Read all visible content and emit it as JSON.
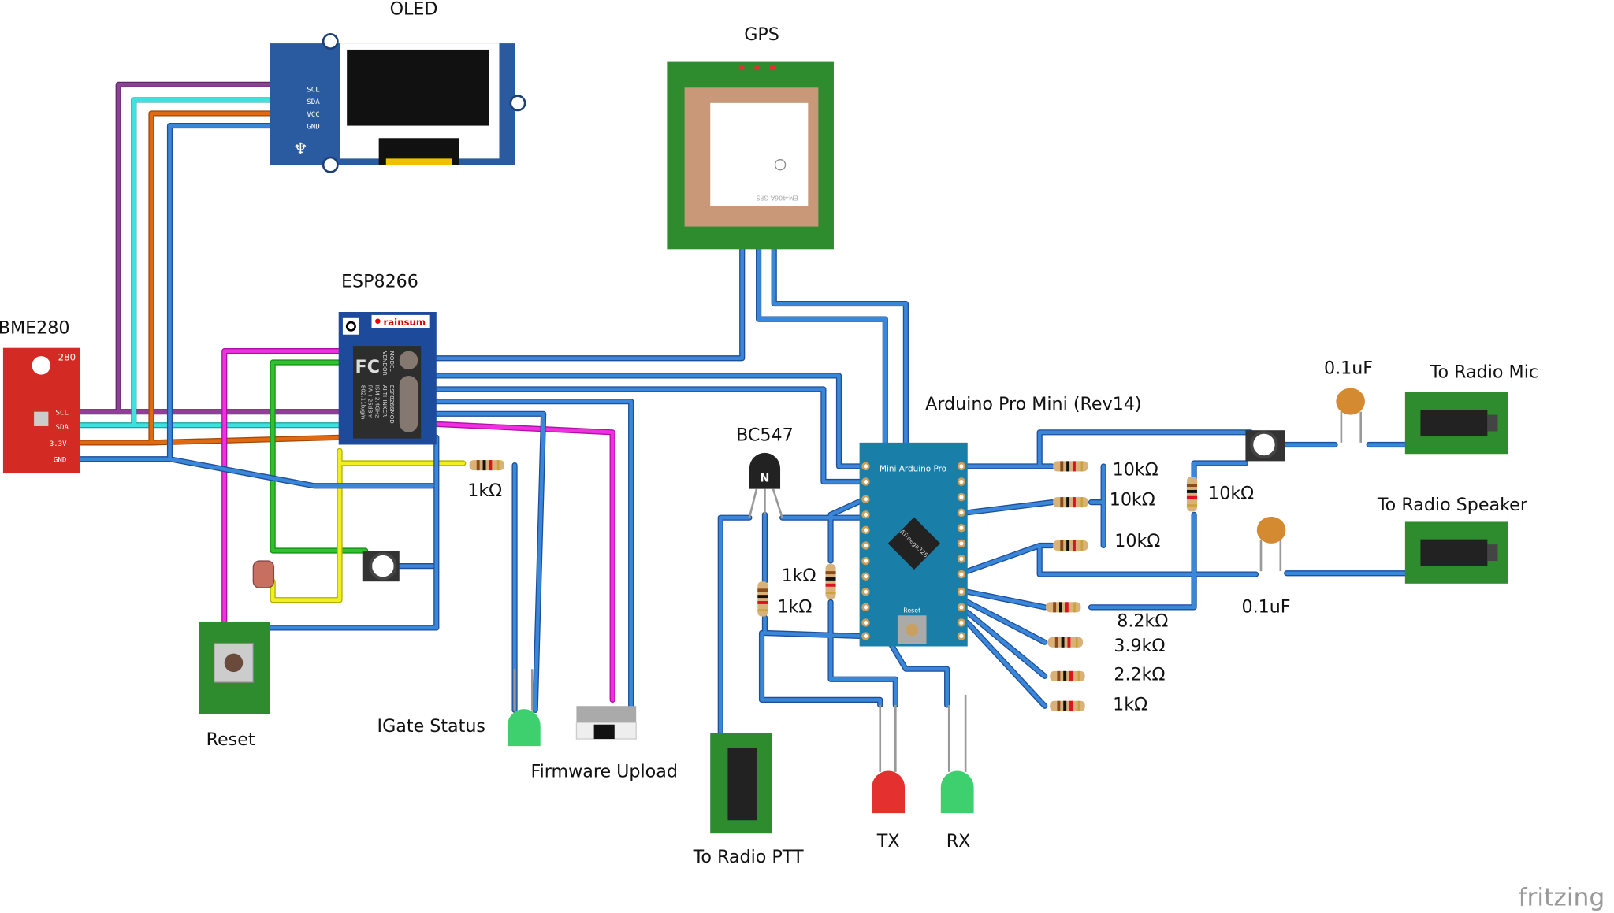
{
  "components": {
    "oled": {
      "label": "OLED",
      "pins": [
        "SCL",
        "SDA",
        "VCC",
        "GND"
      ]
    },
    "gps": {
      "label": "GPS",
      "marking": "EM-406A GPS"
    },
    "esp8266": {
      "label": "ESP8266",
      "brand": "rainsum",
      "module_text": [
        "MODEL",
        "VENDOR",
        "ESP8266MOD",
        "AI-THINKER",
        "ISM 2.4GHz",
        "PA +25dBm",
        "802.11b/g/n"
      ]
    },
    "bme280": {
      "label": "BME280",
      "marking": "280",
      "pins": [
        "SCL",
        "SDA",
        "3.3V",
        "GND"
      ]
    },
    "arduino": {
      "label": "Arduino Pro Mini (Rev14)",
      "board_text": "Mini Arduino Pro",
      "chip": "ATmega328",
      "reset": "Reset"
    },
    "transistor": {
      "label": "BC547",
      "mark": "N"
    },
    "reset_button": {
      "label": "Reset"
    },
    "igate_led": {
      "label": "IGate Status",
      "color": "#3ecf6e"
    },
    "firmware_switch": {
      "label": "Firmware Upload"
    },
    "ptt_jack": {
      "label": "To Radio PTT"
    },
    "tx_led": {
      "label": "TX",
      "color": "#e53030"
    },
    "rx_led": {
      "label": "RX",
      "color": "#3ecf6e"
    },
    "mic_jack": {
      "label": "To Radio Mic"
    },
    "speaker_jack": {
      "label": "To Radio Speaker"
    },
    "cap_mic": {
      "label": "0.1uF"
    },
    "cap_speaker": {
      "label": "0.1uF"
    }
  },
  "resistors": [
    {
      "label": "1kΩ"
    },
    {
      "label": "10kΩ"
    },
    {
      "label": "10kΩ"
    },
    {
      "label": "10kΩ"
    },
    {
      "label": "10kΩ"
    },
    {
      "label": "8.2kΩ"
    },
    {
      "label": "3.9kΩ"
    },
    {
      "label": "2.2kΩ"
    },
    {
      "label": "1kΩ"
    },
    {
      "label": "1kΩ"
    },
    {
      "label": "1kΩ"
    }
  ],
  "watermark": "fritzing",
  "colors": {
    "wire_blue": "#3a86d8",
    "wire_purple": "#8e3f96",
    "wire_cyan": "#3ee0e0",
    "wire_orange": "#e06a12",
    "wire_magenta": "#f030e0",
    "wire_green": "#30c030",
    "wire_yellow": "#f0f020",
    "pcb_green": "#2e8b2e",
    "bme_red": "#d42a24"
  }
}
